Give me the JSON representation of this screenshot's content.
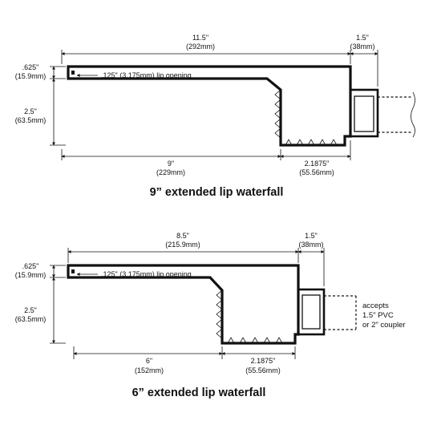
{
  "diagrams": [
    {
      "caption": "9” extended lip waterfall",
      "top_length": {
        "in": "11.5\"",
        "mm": "(292mm)"
      },
      "right_width": {
        "in": "1.5\"",
        "mm": "(38mm)"
      },
      "lip_height": {
        "in": ".625\"",
        "mm": "(15.9mm)"
      },
      "drop_height": {
        "in": "2.5\"",
        "mm": "(63.5mm)"
      },
      "lip_opening": ".125\" (3.175mm)  lip opening",
      "bottom_left": {
        "in": "9\"",
        "mm": "(229mm)"
      },
      "bottom_right": {
        "in": "2.1875\"",
        "mm": "(55.56mm)"
      }
    },
    {
      "caption": "6” extended lip waterfall",
      "top_length": {
        "in": "8.5\"",
        "mm": "(215.9mm)"
      },
      "right_width": {
        "in": "1.5\"",
        "mm": "(38mm)"
      },
      "lip_height": {
        "in": ".625\"",
        "mm": "(15.9mm)"
      },
      "drop_height": {
        "in": "2.5\"",
        "mm": "(63.5mm)"
      },
      "lip_opening": ".125\" (3.175mm)  lip opening",
      "bottom_left": {
        "in": "6\"",
        "mm": "(152mm)"
      },
      "bottom_right": {
        "in": "2.1875\"",
        "mm": "(55.56mm)"
      },
      "note": [
        "accepts",
        "1.5\" PVC",
        "or 2\" coupler"
      ]
    }
  ]
}
